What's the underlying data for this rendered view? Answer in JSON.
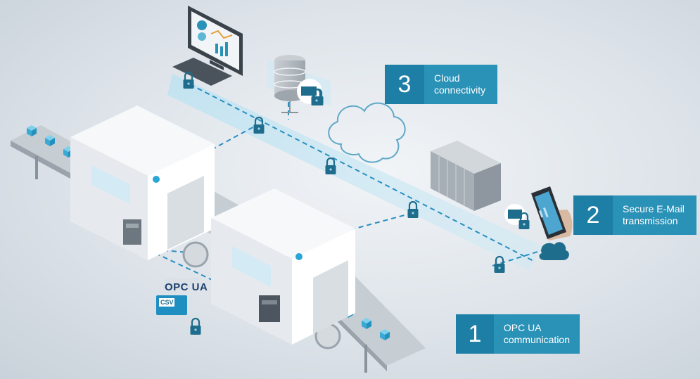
{
  "steps": [
    {
      "number": "3",
      "text": "Cloud\nconnectivity"
    },
    {
      "number": "2",
      "text": "Secure E-Mail\ntransmission"
    },
    {
      "number": "1",
      "text": "OPC UA\ncommunication"
    }
  ],
  "badges": {
    "opc_ua": "OPC UA",
    "csv": "CSV"
  },
  "colors": {
    "accent": "#1e7fa6",
    "network_line": "#2a8fc0",
    "lock": "#1f6d8c",
    "glow": "#9fd3ea"
  }
}
